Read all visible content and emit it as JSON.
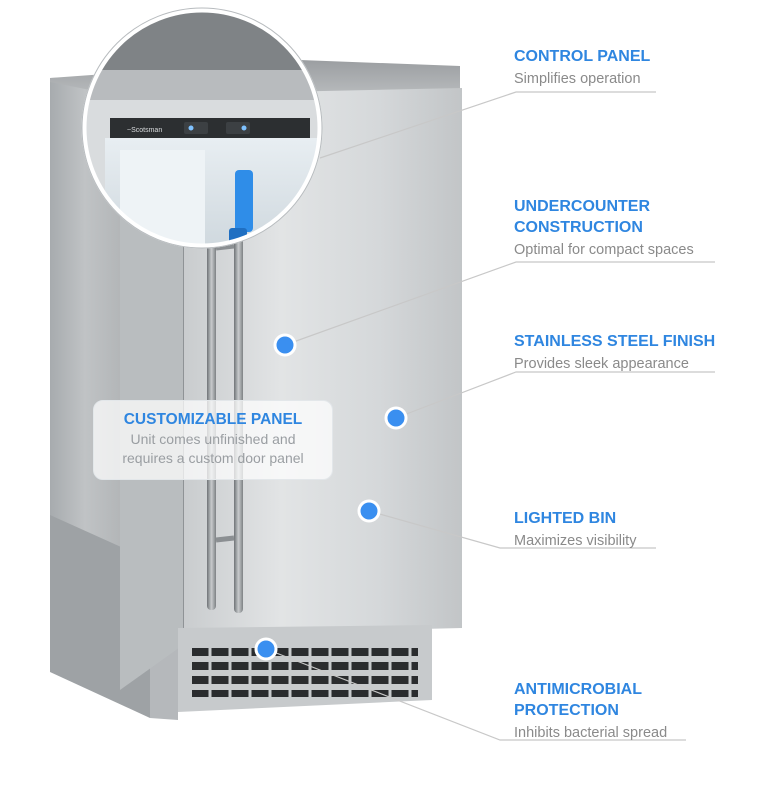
{
  "features": [
    {
      "title": "CONTROL PANEL",
      "desc": "Simplifies operation"
    },
    {
      "title": "UNDERCOUNTER CONSTRUCTION",
      "title_line1": "UNDERCOUNTER",
      "title_line2": "CONSTRUCTION",
      "desc": "Optimal for compact spaces"
    },
    {
      "title": "STAINLESS STEEL FINISH",
      "desc": "Provides sleek appearance"
    },
    {
      "title": "LIGHTED BIN",
      "desc": "Maximizes visibility"
    },
    {
      "title": "ANTIMICROBIAL PROTECTION",
      "title_line1": "ANTIMICROBIAL",
      "title_line2": "PROTECTION",
      "desc": "Inhibits bacterial spread"
    }
  ],
  "customizable_panel": {
    "title": "CUSTOMIZABLE PANEL",
    "desc_line1": "Unit comes unfinished and",
    "desc_line2": "requires a custom door panel"
  },
  "colors": {
    "accent": "#2f86e0",
    "hotspot": "#3a8ff0",
    "leader_line": "#c8c8c8",
    "desc_text": "#8a8a8a"
  }
}
